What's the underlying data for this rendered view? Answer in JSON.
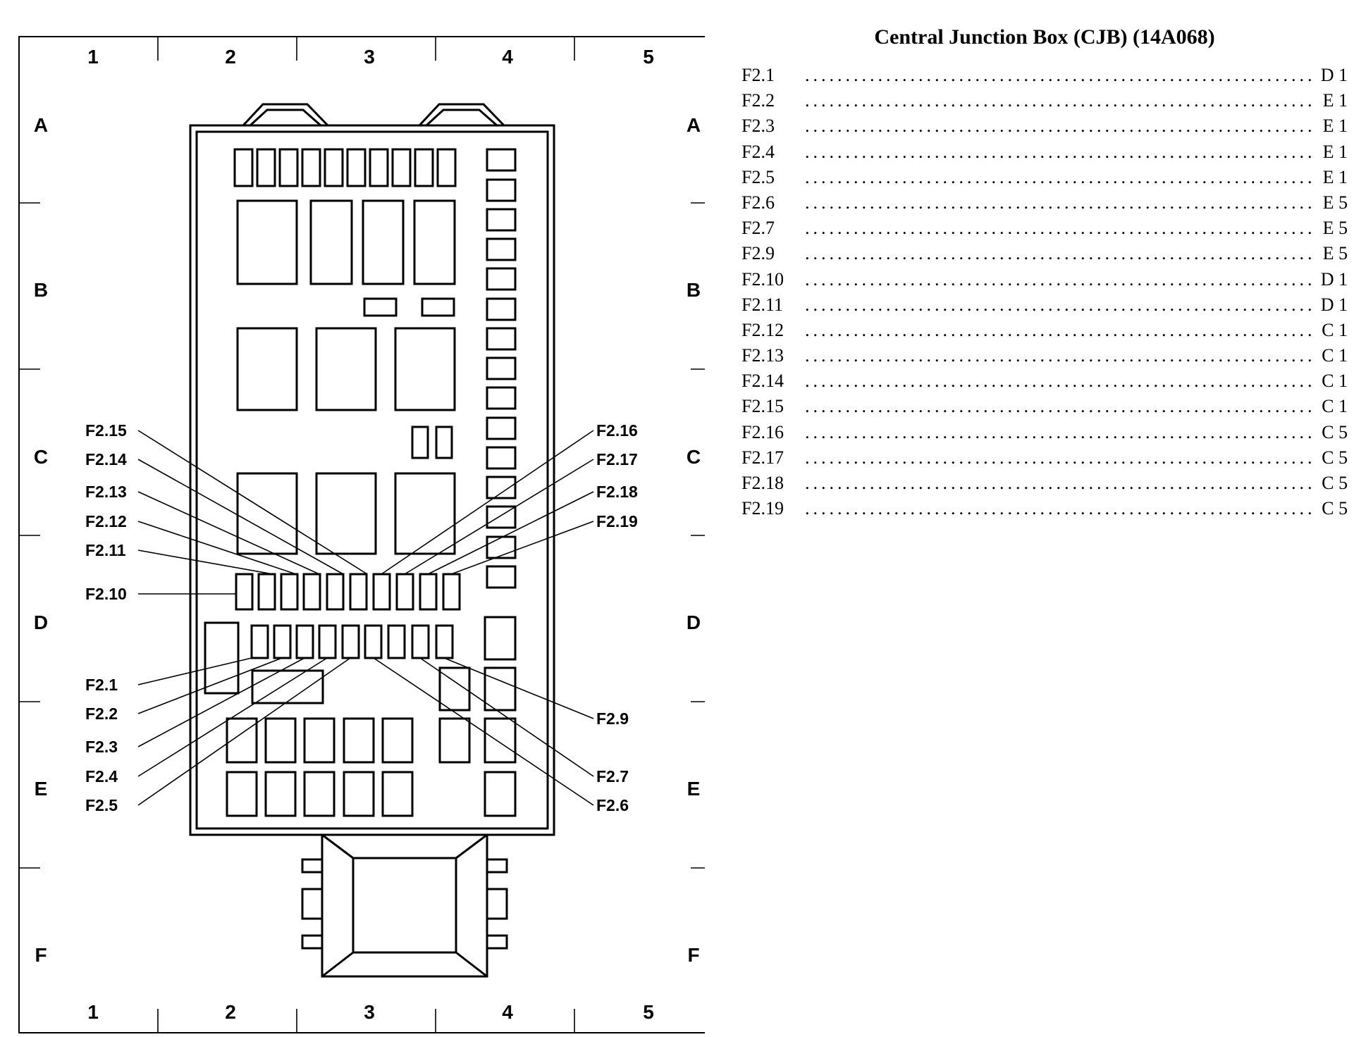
{
  "diagram": {
    "columns": [
      "1",
      "2",
      "3",
      "4",
      "5"
    ],
    "rows": [
      "A",
      "B",
      "C",
      "D",
      "E",
      "F"
    ],
    "fuse_labels_left": [
      "F2.15",
      "F2.14",
      "F2.13",
      "F2.12",
      "F2.11",
      "F2.10",
      "F2.1",
      "F2.2",
      "F2.3",
      "F2.4",
      "F2.5"
    ],
    "fuse_labels_right": [
      "F2.16",
      "F2.17",
      "F2.18",
      "F2.19",
      "F2.9",
      "F2.7",
      "F2.6"
    ]
  },
  "legend": {
    "title": "Central Junction Box (CJB) (14A068)",
    "rows": [
      {
        "fuse": "F2.1",
        "location": "D 1"
      },
      {
        "fuse": "F2.2",
        "location": "E 1"
      },
      {
        "fuse": "F2.3",
        "location": "E 1"
      },
      {
        "fuse": "F2.4",
        "location": "E 1"
      },
      {
        "fuse": "F2.5",
        "location": "E 1"
      },
      {
        "fuse": "F2.6",
        "location": "E 5"
      },
      {
        "fuse": "F2.7",
        "location": "E 5"
      },
      {
        "fuse": "F2.9",
        "location": "E 5"
      },
      {
        "fuse": "F2.10",
        "location": "D 1"
      },
      {
        "fuse": "F2.11",
        "location": "D 1"
      },
      {
        "fuse": "F2.12",
        "location": "C 1"
      },
      {
        "fuse": "F2.13",
        "location": "C 1"
      },
      {
        "fuse": "F2.14",
        "location": "C 1"
      },
      {
        "fuse": "F2.15",
        "location": "C 1"
      },
      {
        "fuse": "F2.16",
        "location": "C 5"
      },
      {
        "fuse": "F2.17",
        "location": "C 5"
      },
      {
        "fuse": "F2.18",
        "location": "C 5"
      },
      {
        "fuse": "F2.19",
        "location": "C 5"
      }
    ]
  }
}
